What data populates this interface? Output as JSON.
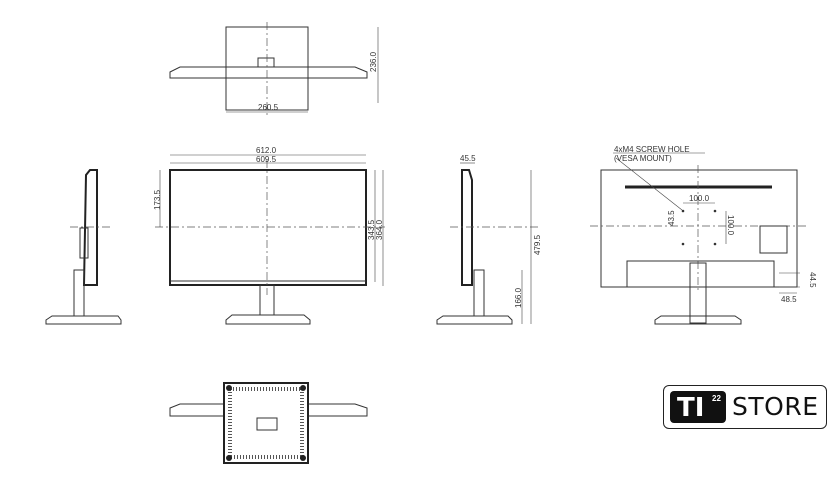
{
  "drawing": {
    "top_view": {
      "depth": "236.0",
      "base_width": "260.5"
    },
    "front_view": {
      "overall_width": "612.0",
      "panel_width": "609.5",
      "center_height": "173.5",
      "panel_height": "343.5",
      "overall_height": "364.0"
    },
    "side_view": {
      "thickness": "45.5",
      "total_height": "479.5",
      "min_height": "166.0"
    },
    "rear_view": {
      "note_line1": "4xM4 SCREW HOLE",
      "note_line2": "(VESA MOUNT)",
      "vesa_h": "100.0",
      "vesa_v": "100.0",
      "vesa_offset": "43.5",
      "port_height": "44.5",
      "port_offset": "48.5"
    }
  },
  "logo": {
    "brand": "TI",
    "superscript": "22",
    "name": "STORE"
  }
}
